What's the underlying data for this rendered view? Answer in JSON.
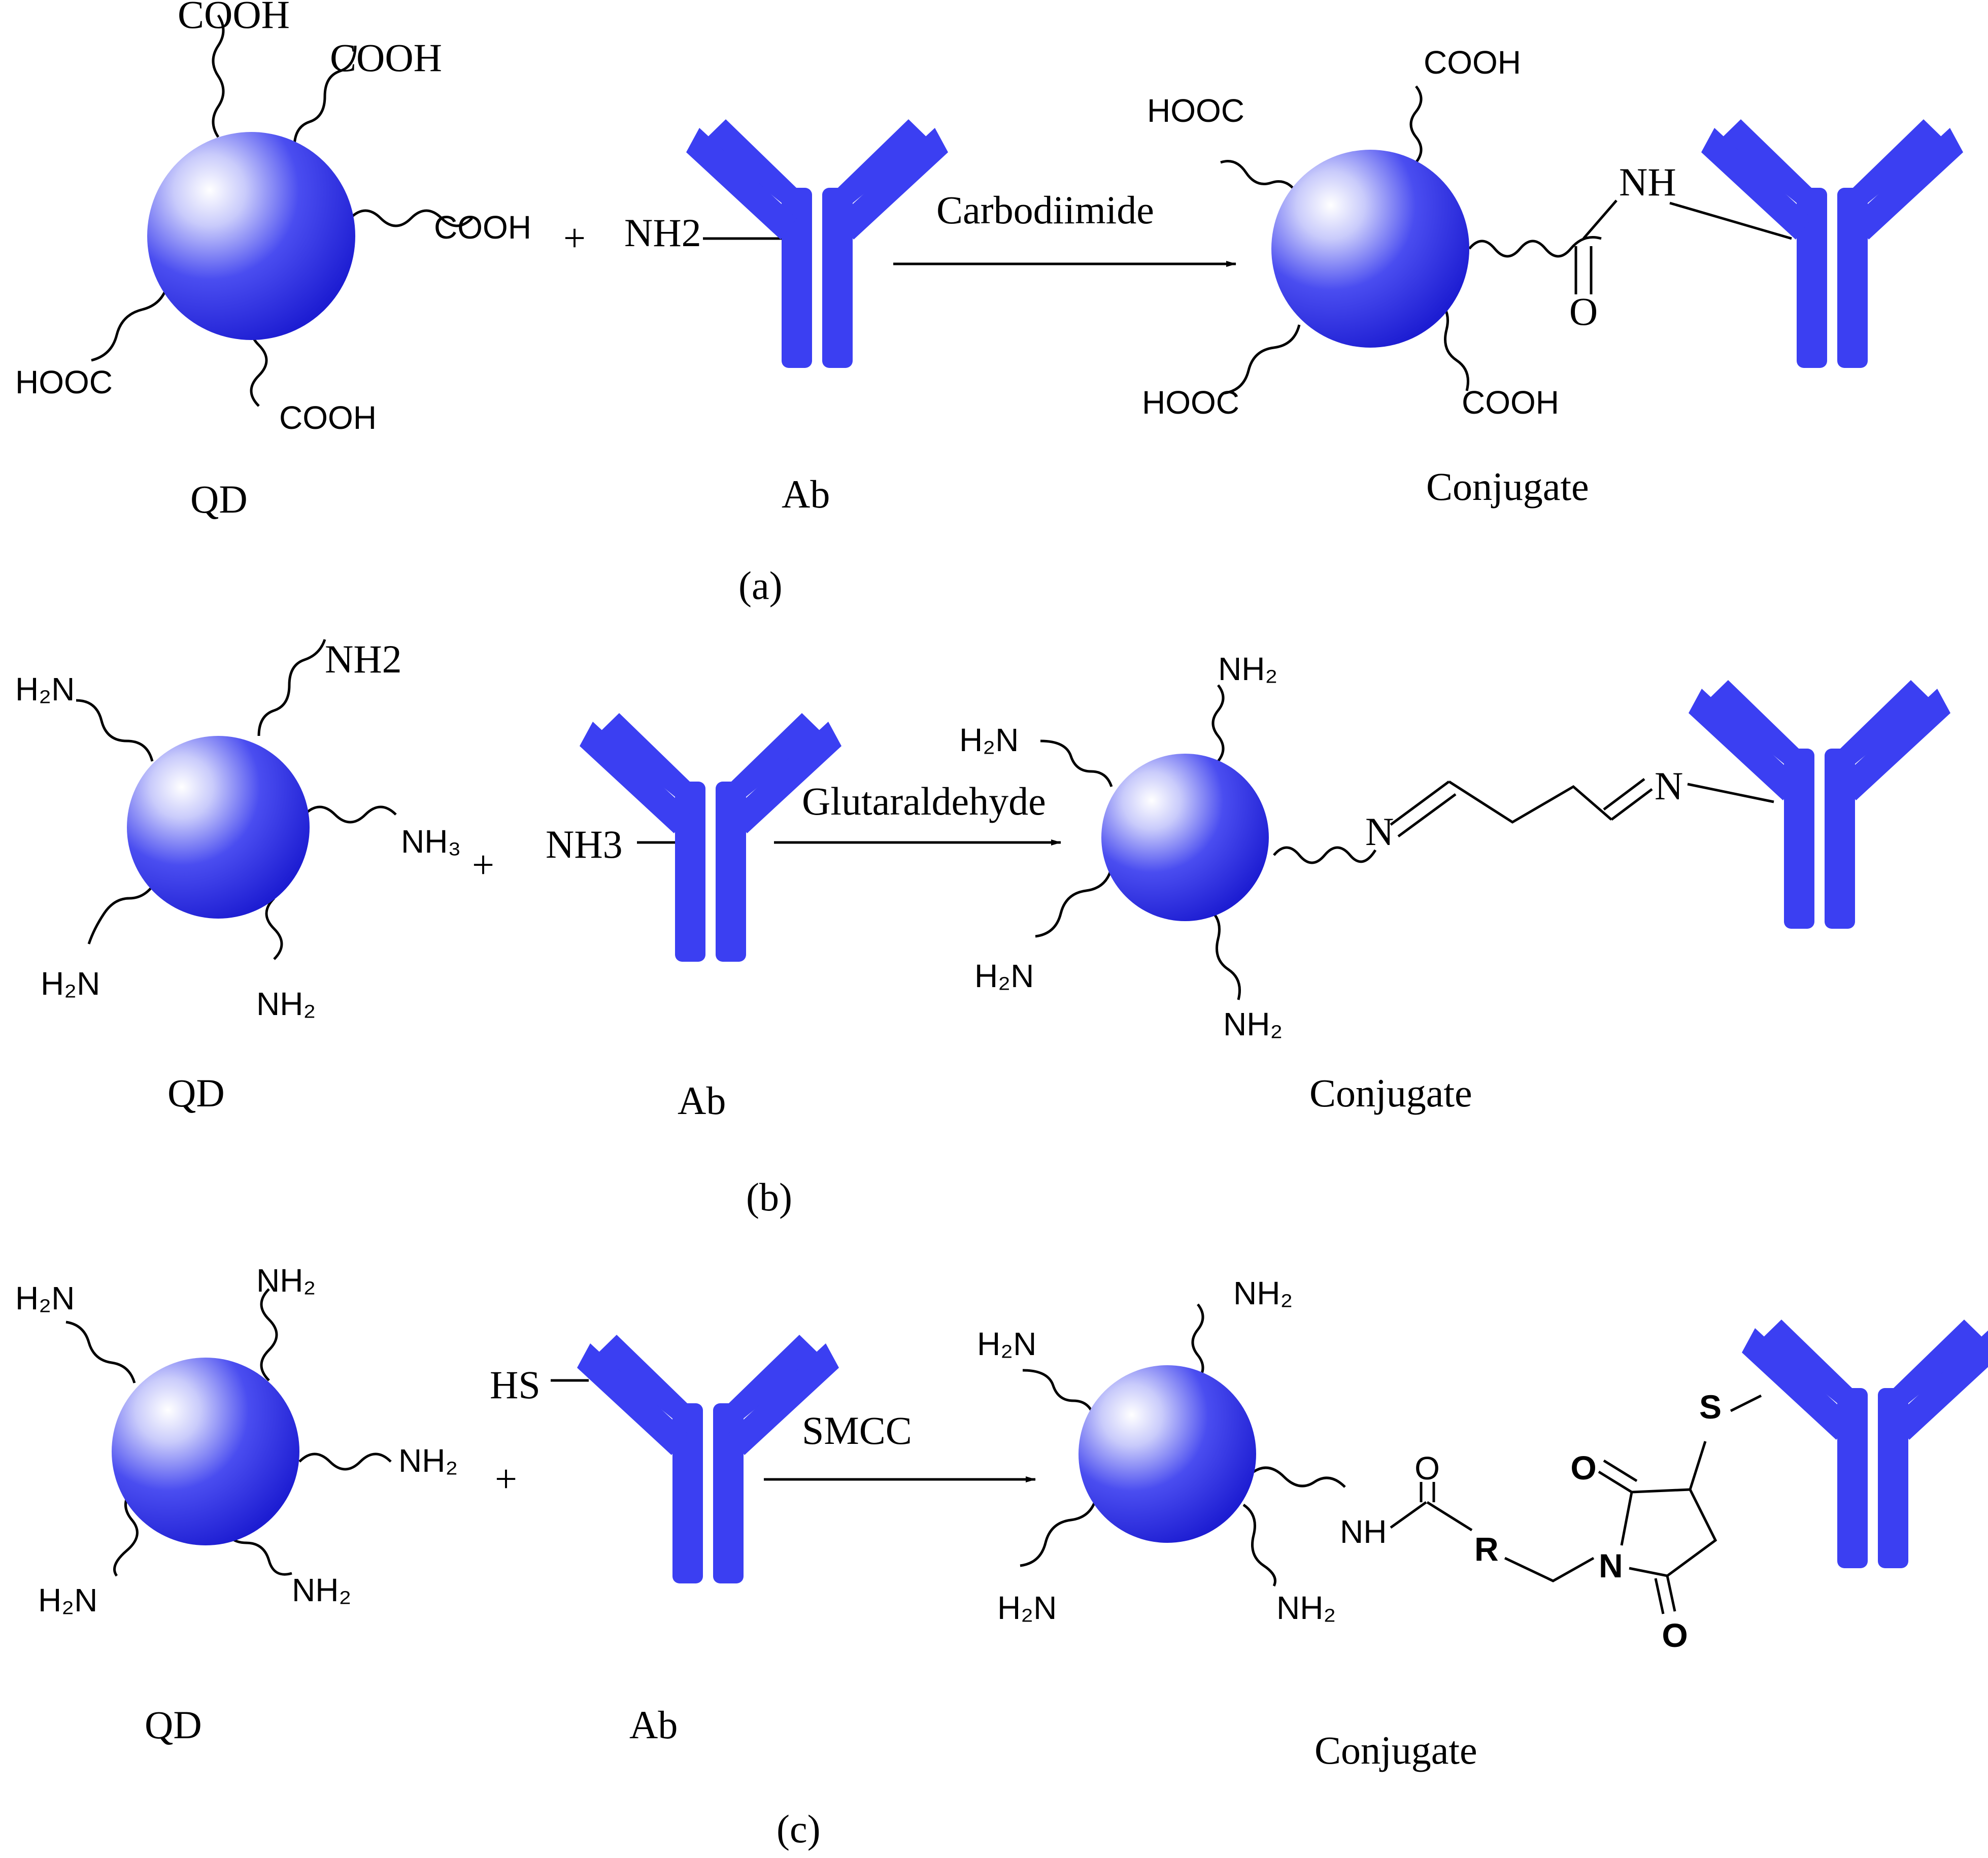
{
  "panels": [
    {
      "caption": "(a)",
      "qd_label": "QD",
      "ab_label": "Ab",
      "conj_label": "Conjugate",
      "reagent": "Carbodiimide",
      "ab_group": "NH2",
      "qd_groups": [
        "COOH",
        "COOH",
        "COOH",
        "COOH",
        "HOOC"
      ],
      "conj_groups": [
        "COOH",
        "HOOC",
        "HOOC",
        "COOH"
      ],
      "linker": {
        "nh": "NH",
        "o": "O"
      }
    },
    {
      "caption": "(b)",
      "qd_label": "QD",
      "ab_label": "Ab",
      "conj_label": "Conjugate",
      "reagent": "Glutaraldehyde",
      "ab_group": "NH3",
      "qd_groups": [
        "H2N",
        "NH2",
        "NH3",
        "H2N",
        "NH2"
      ],
      "conj_groups": [
        "NH2",
        "H2N",
        "H2N",
        "NH2"
      ],
      "linker": {
        "n1": "N",
        "n2": "N"
      }
    },
    {
      "caption": "(c)",
      "qd_label": "QD",
      "ab_label": "Ab",
      "conj_label": "Conjugate",
      "reagent": "SMCC",
      "ab_group": "HS",
      "qd_groups": [
        "H2N",
        "NH2",
        "NH2",
        "H2N",
        "NH2"
      ],
      "conj_groups": [
        "NH2",
        "H2N",
        "H2N",
        "NH2"
      ],
      "linker": {
        "o1": "O",
        "nh": "NH",
        "r": "R",
        "n": "N",
        "o2": "O",
        "o3": "O",
        "s": "S"
      }
    }
  ],
  "plus_sign": "+",
  "colors": {
    "antibody": "#3b3ff2",
    "qd_dark": "#1f1fd6",
    "qd_light": "#ffffff"
  }
}
